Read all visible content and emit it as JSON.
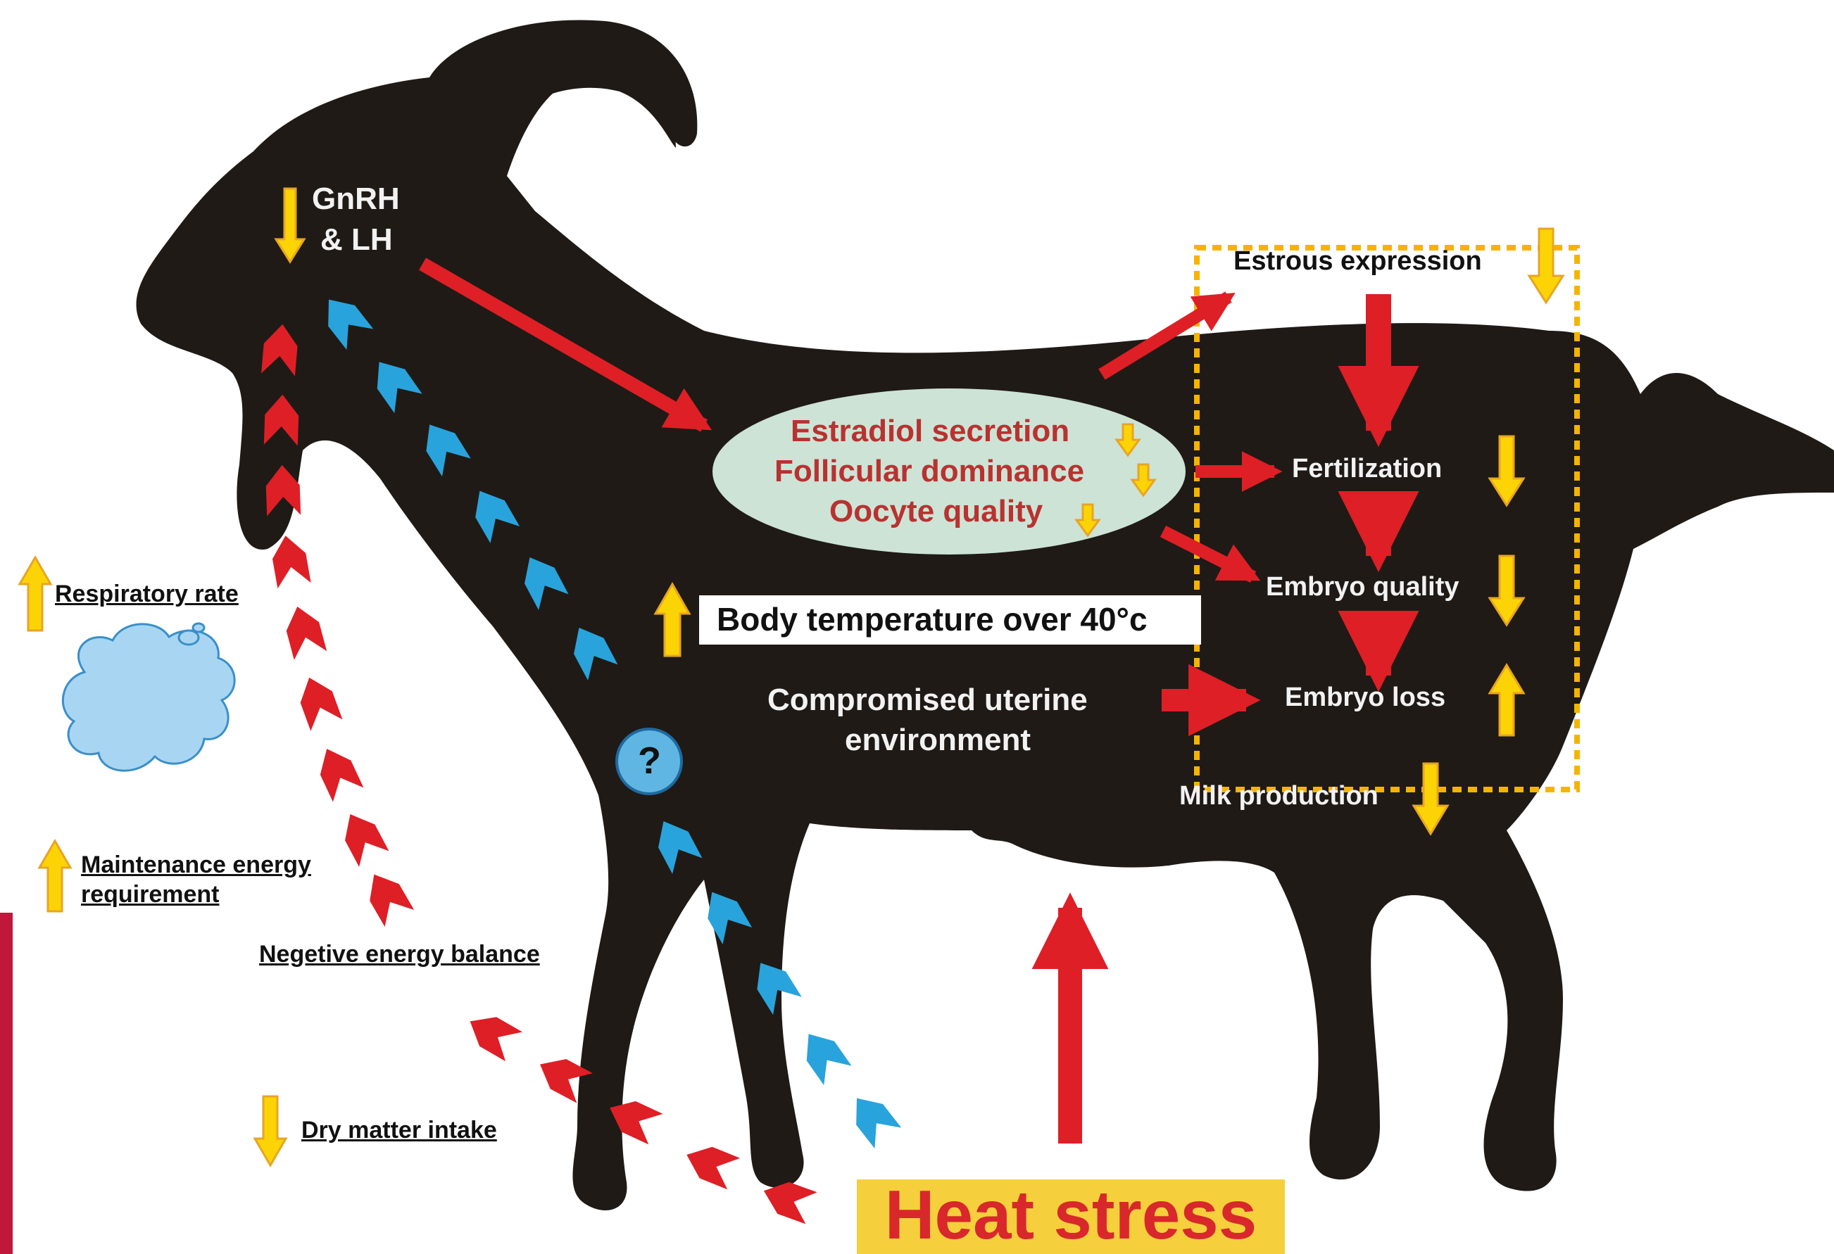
{
  "labels": {
    "gnrh_line1": "GnRH",
    "gnrh_line2": "& LH",
    "estradiol": "Estradiol secretion",
    "follicular": "Follicular dominance",
    "oocyte": "Oocyte quality",
    "estrous": "Estrous expression",
    "fertilization": "Fertilization",
    "embryo_quality": "Embryo quality",
    "embryo_loss": "Embryo loss",
    "milk": "Milk production",
    "body_temp": "Body temperature over 40°c",
    "uterine_line1": "Compromised uterine",
    "uterine_line2": "environment",
    "respiratory": "Respiratory rate",
    "maintenance_line1": "Maintenance energy",
    "maintenance_line2": "requirement",
    "negative_energy": "Negetive energy balance",
    "dry_matter": "Dry matter intake",
    "question": "?",
    "heat_stress": "Heat stress"
  },
  "colors": {
    "goat": "#1f1a16",
    "red_arrow": "#de1f26",
    "blue_arrow": "#29a3dc",
    "yellow_arrow": "#fcd406",
    "yellow_outline": "#e8a424",
    "ellipse": "#cde3d5",
    "dotted_box": "#f5b400",
    "heat_box": "#f6cf3c",
    "cloud": "#a8d6f2"
  },
  "icons": [
    "down-arrow-icon",
    "up-arrow-icon",
    "cloud-icon",
    "question-icon"
  ]
}
